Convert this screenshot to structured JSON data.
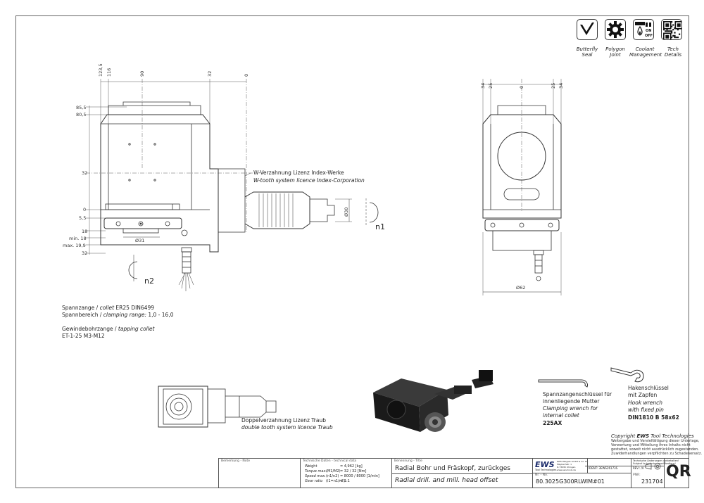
{
  "icons": [
    {
      "name": "butterfly-seal",
      "label_line1": "Butterfly",
      "label_line2": "Seal"
    },
    {
      "name": "polygon-joint",
      "label_line1": "Polygon",
      "label_line2": "Joint"
    },
    {
      "name": "coolant-management",
      "label_line1": "Coolant",
      "label_line2": "Management",
      "badge_on": "ON",
      "badge_off": "OFF"
    },
    {
      "name": "tech-details",
      "label_line1": "Tech",
      "label_line2": "Details"
    }
  ],
  "side_view": {
    "dims_top": [
      "123,5",
      "116",
      "90",
      "32",
      "0"
    ],
    "dims_left": [
      "85,5",
      "80,5",
      "32",
      "0",
      "5,5",
      "18",
      "min. 18",
      "max. 19,9",
      "32"
    ],
    "dia_bottom": "Ø31",
    "dia_shaft": "Ø30",
    "note_line1": "W-Verzahnung Lizenz Index-Werke",
    "note_line2": "W-tooth system licence Index-Corporation",
    "rot1": "n1",
    "rot2": "n2"
  },
  "front_view": {
    "dims_top": [
      "34",
      "25",
      "0",
      "25",
      "34"
    ],
    "dia_bottom": "Ø62"
  },
  "specs": {
    "collet_de": "Spannzange /",
    "collet_en": "collet",
    "collet_val": "ER25   DIN6499",
    "range_de": "Spannbereich /",
    "range_en": "clamping range:",
    "range_val": "1,0 - 16,0",
    "tap_de": "Gewindebohrzange /",
    "tap_en": "tapping collet",
    "tap_val": "ET-1-25   M3-M12"
  },
  "double_tooth": {
    "de": "Doppelverzahnung Lizenz Traub",
    "en": "double tooth system licence Traub"
  },
  "wrench1": {
    "de_1": "Spannzangenschlüssel für",
    "de_2": "innenliegende Mutter",
    "en_1": "Clamping wrench for",
    "en_2": "internal collet",
    "code": "225AX"
  },
  "wrench2": {
    "de_1": "Hakenschlüssel",
    "de_2": "mit Zapfen",
    "en_1": "Hook wrench",
    "en_2": "with fixed pin",
    "code": "DIN1810 B 58x62"
  },
  "copyright": {
    "title_prefix": "Copyright",
    "title_brand": "EWS",
    "title_suffix": "Tool Technologies",
    "line1": "Weitergabe und Vervielfältigung dieser Unterlage,",
    "line2": "Verwertung und Mitteilung ihres Inhalts nicht",
    "line3": "gestattet, soweit nicht ausdrücklich zugestanden.",
    "line4": "Zuwiderhandlungen verpflichten zu Schadenersatz."
  },
  "title_block": {
    "remark_head": "Bemerkung - Note",
    "tech_head": "Technische Daten - technical data",
    "weight_label": "Weight",
    "weight_val": "= 4,962 [kg]",
    "torque_label": "Torque max.",
    "torque_unit": "(M1/M2)",
    "torque_val": "= 32 / 32 [Nm]",
    "speed_label": "Speed max.",
    "speed_unit": "(n1/n2)",
    "speed_val": "= 8000 / 8000 [1/min]",
    "ratio_label": "Gear ratio",
    "ratio_unit": "(i1=n1/n2)",
    "ratio_val": "= 1:1",
    "name_head": "Benennung - Title",
    "title_de": "Radial Bohr und Fräskopf, zurückges",
    "title_en": "Radial drill. and mill. head offset",
    "logo": "EWS",
    "logo_sub": "Tool Technologies",
    "address1": "EWS Weigele GmbH & Co. KG",
    "address2": "Maybachstr. 1",
    "address3": "D-73095 Uhingen",
    "address4": "www.ews-tools.de",
    "changes_de": "Technische Änderungen vorbehalten!",
    "changes_en": "Subject to technical modifications!",
    "ident": "IDENT: 3EWS26173S",
    "rev": "REV.: /A",
    "nr_head": "Nr. - No.",
    "part_no": "80.3025G300RLWIM#01",
    "drw_head": "PNR:",
    "drw_no": "231704",
    "qr": "QR"
  }
}
